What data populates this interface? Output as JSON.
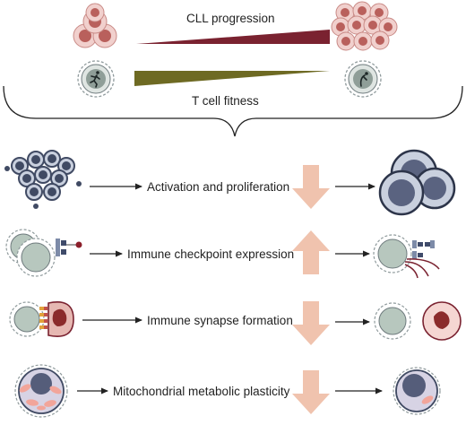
{
  "header": {
    "progression_label": "CLL progression",
    "fitness_label": "T cell fitness"
  },
  "rows": [
    {
      "label": "Activation and proliferation",
      "trend": "down"
    },
    {
      "label": "Immune checkpoint expression",
      "trend": "up"
    },
    {
      "label": "Immune synapse formation",
      "trend": "down"
    },
    {
      "label": "Mitochondrial metabolic plasticity",
      "trend": "down"
    }
  ],
  "colors": {
    "progression_wedge": "#7a2230",
    "fitness_wedge": "#6e6a23",
    "trend_arrow": "#f0c3ae",
    "cll_cell": "#d48b88",
    "t_cell": "#b7c7be",
    "dark_cell": "#404a63"
  }
}
